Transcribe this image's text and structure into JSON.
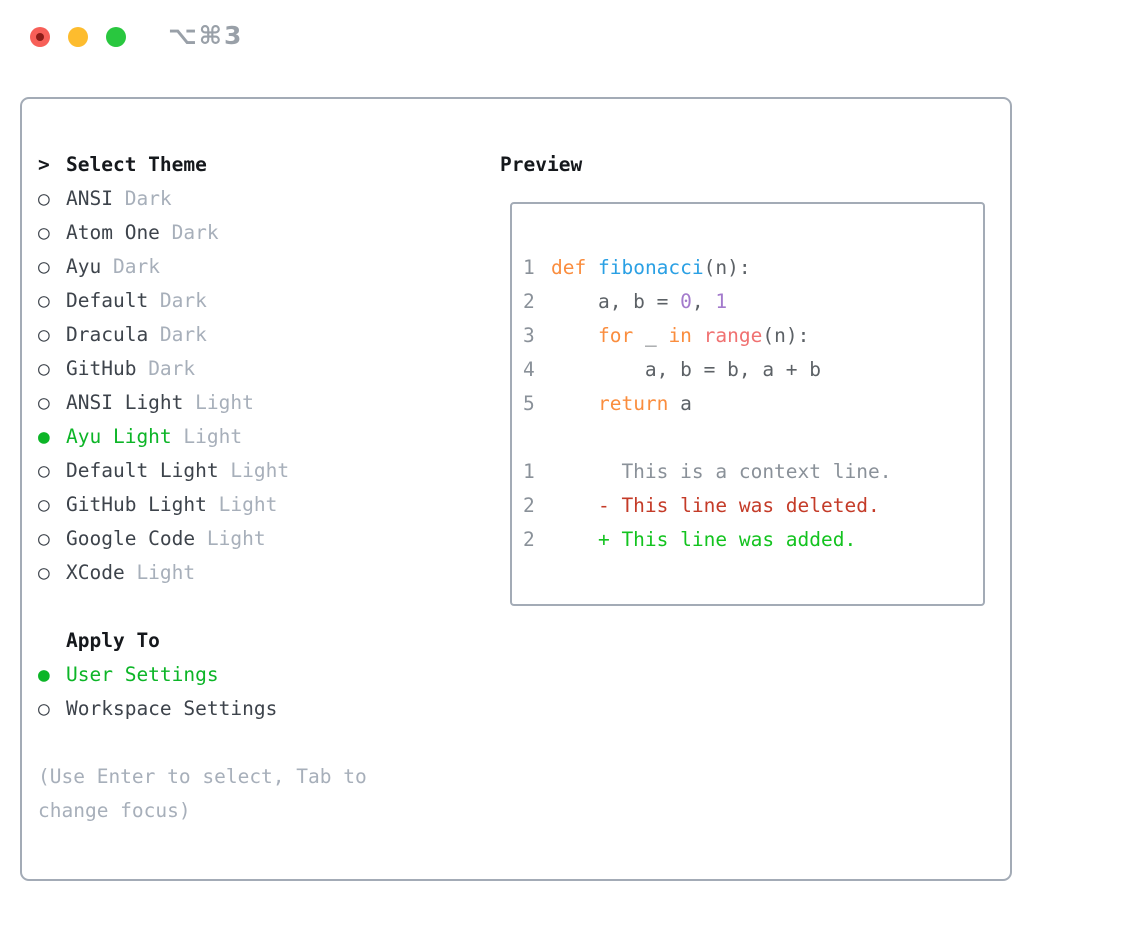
{
  "window": {
    "title": "⌥⌘3"
  },
  "icons": {
    "radio_selected": "●",
    "radio_unselected": "○",
    "focus_caret": ">"
  },
  "colors": {
    "panel_border": "#a3abb6",
    "heading": "#15181c",
    "item_text": "#3d434b",
    "muted": "#a7afba",
    "selection_green": "#0cb527",
    "traffic_red": "#f75f58",
    "traffic_yellow": "#fdbc2e",
    "traffic_green": "#29c73f",
    "lnum": "#8a9199",
    "kw": "#fa8d3e",
    "fn": "#2aa0e4",
    "num": "#a37acc",
    "blt": "#f07171",
    "fg": "#5c6166",
    "ctx": "#8a9199",
    "del": "#c43b28",
    "add": "#13c31f"
  },
  "theme_list": {
    "header": {
      "prefix": ">",
      "label": "Select Theme"
    },
    "items": [
      {
        "name": "ANSI",
        "variant": "Dark",
        "selected": false
      },
      {
        "name": "Atom One",
        "variant": "Dark",
        "selected": false
      },
      {
        "name": "Ayu",
        "variant": "Dark",
        "selected": false
      },
      {
        "name": "Default",
        "variant": "Dark",
        "selected": false
      },
      {
        "name": "Dracula",
        "variant": "Dark",
        "selected": false
      },
      {
        "name": "GitHub",
        "variant": "Dark",
        "selected": false
      },
      {
        "name": "ANSI Light",
        "variant": "Light",
        "selected": false
      },
      {
        "name": "Ayu Light",
        "variant": "Light",
        "selected": true
      },
      {
        "name": "Default Light",
        "variant": "Light",
        "selected": false
      },
      {
        "name": "GitHub Light",
        "variant": "Light",
        "selected": false
      },
      {
        "name": "Google Code",
        "variant": "Light",
        "selected": false
      },
      {
        "name": "XCode",
        "variant": "Light",
        "selected": false
      }
    ]
  },
  "apply_to": {
    "label": "Apply To",
    "options": [
      {
        "label": "User Settings",
        "selected": true
      },
      {
        "label": "Workspace Settings",
        "selected": false
      }
    ]
  },
  "hint": {
    "line1": "(Use Enter to select, Tab to",
    "line2": "change focus)"
  },
  "preview": {
    "header": "Preview",
    "lines": [
      {
        "num": "1",
        "segments": [
          {
            "c": "kw",
            "t": "def"
          },
          {
            "c": "fg",
            "t": " "
          },
          {
            "c": "fn",
            "t": "fibonacci"
          },
          {
            "c": "fg",
            "t": "(n):"
          }
        ]
      },
      {
        "num": "2",
        "segments": [
          {
            "c": "fg",
            "t": "    a, b = "
          },
          {
            "c": "num",
            "t": "0"
          },
          {
            "c": "fg",
            "t": ", "
          },
          {
            "c": "num",
            "t": "1"
          }
        ]
      },
      {
        "num": "3",
        "segments": [
          {
            "c": "fg",
            "t": "    "
          },
          {
            "c": "kw",
            "t": "for"
          },
          {
            "c": "fg",
            "t": " _ "
          },
          {
            "c": "kw",
            "t": "in"
          },
          {
            "c": "fg",
            "t": " "
          },
          {
            "c": "blt",
            "t": "range"
          },
          {
            "c": "fg",
            "t": "(n):"
          }
        ]
      },
      {
        "num": "4",
        "segments": [
          {
            "c": "fg",
            "t": "        a, b = b, a + b"
          }
        ]
      },
      {
        "num": "5",
        "segments": [
          {
            "c": "fg",
            "t": "    "
          },
          {
            "c": "kw",
            "t": "return"
          },
          {
            "c": "fg",
            "t": " a"
          }
        ]
      },
      {
        "num": "",
        "segments": []
      },
      {
        "num": "1",
        "segments": [
          {
            "c": "ctx",
            "t": "      This is a context line."
          }
        ]
      },
      {
        "num": "2",
        "segments": [
          {
            "c": "del",
            "t": "    - This line was deleted."
          }
        ]
      },
      {
        "num": "2",
        "segments": [
          {
            "c": "add",
            "t": "    + This line was added."
          }
        ]
      }
    ]
  }
}
